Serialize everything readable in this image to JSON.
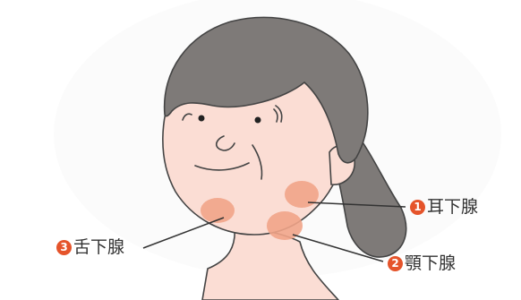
{
  "colors": {
    "skin": "#FBDDD4",
    "hair": "#7E7A78",
    "gland": "#F1A488",
    "badge": "#E5542B",
    "outline": "#444444",
    "text": "#333333"
  },
  "labels": [
    {
      "number": "1",
      "text": "耳下腺"
    },
    {
      "number": "2",
      "text": "顎下腺"
    },
    {
      "number": "3",
      "text": "舌下腺"
    }
  ]
}
